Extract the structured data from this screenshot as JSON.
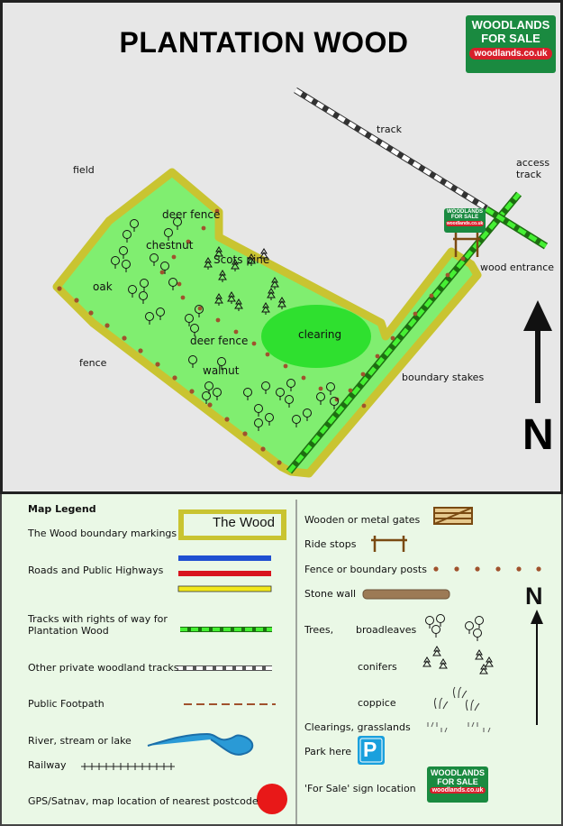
{
  "map": {
    "title": "PLANTATION WOOD",
    "labels": {
      "track": "track",
      "access_track": "access\ntrack",
      "field": "field",
      "deer_fence_1": "deer fence",
      "chestnut": "chestnut",
      "scots_pine": "Scots pine",
      "oak": "oak",
      "clearing": "clearing",
      "deer_fence_2": "deer fence",
      "walnut": "walnut",
      "fence": "fence",
      "wood_entrance": "wood entrance",
      "boundary_stakes": "boundary stakes"
    },
    "north": "N",
    "logo": {
      "line1": "WOODLANDS",
      "line2": "FOR SALE",
      "line3": "woodlands.co.uk"
    }
  },
  "legend": {
    "heading": "Map Legend",
    "left": [
      {
        "key": "wood_boundary",
        "label": "The Wood boundary markings",
        "sample_text": "The Wood"
      },
      {
        "key": "roads",
        "label": "Roads and Public Highways",
        "colors": [
          "#1f4fd1",
          "#d8141e",
          "#f2e81a"
        ]
      },
      {
        "key": "tracks_row",
        "label": "Tracks with rights of way for\nPlantation Wood"
      },
      {
        "key": "private_tracks",
        "label": "Other private woodland tracks"
      },
      {
        "key": "footpath",
        "label": "Public Footpath"
      },
      {
        "key": "river",
        "label": "River, stream or lake"
      },
      {
        "key": "railway",
        "label": "Railway"
      },
      {
        "key": "gps",
        "label": "GPS/Satnav, map location of nearest postcode"
      }
    ],
    "right": [
      {
        "key": "gates",
        "label": "Wooden or metal gates"
      },
      {
        "key": "ride_stops",
        "label": "Ride stops"
      },
      {
        "key": "fence_posts",
        "label": "Fence or boundary posts"
      },
      {
        "key": "stone_wall",
        "label": "Stone wall"
      },
      {
        "key": "trees",
        "label": "Trees,"
      },
      {
        "key": "broadleaves",
        "label": "broadleaves"
      },
      {
        "key": "conifers",
        "label": "conifers"
      },
      {
        "key": "coppice",
        "label": "coppice"
      },
      {
        "key": "clearings",
        "label": "Clearings, grasslands"
      },
      {
        "key": "park",
        "label": "Park here",
        "icon_text": "P"
      },
      {
        "key": "for_sale",
        "label": "'For Sale'  sign location"
      }
    ],
    "north": "N",
    "colors": {
      "wood_fill": "#80ee70",
      "boundary": "#c9c431",
      "row_track": "#3adb2a",
      "footpath": "#a0522d",
      "river": "#2a9ad6",
      "park": "#1aa0dd",
      "gps": "#e81818"
    }
  }
}
